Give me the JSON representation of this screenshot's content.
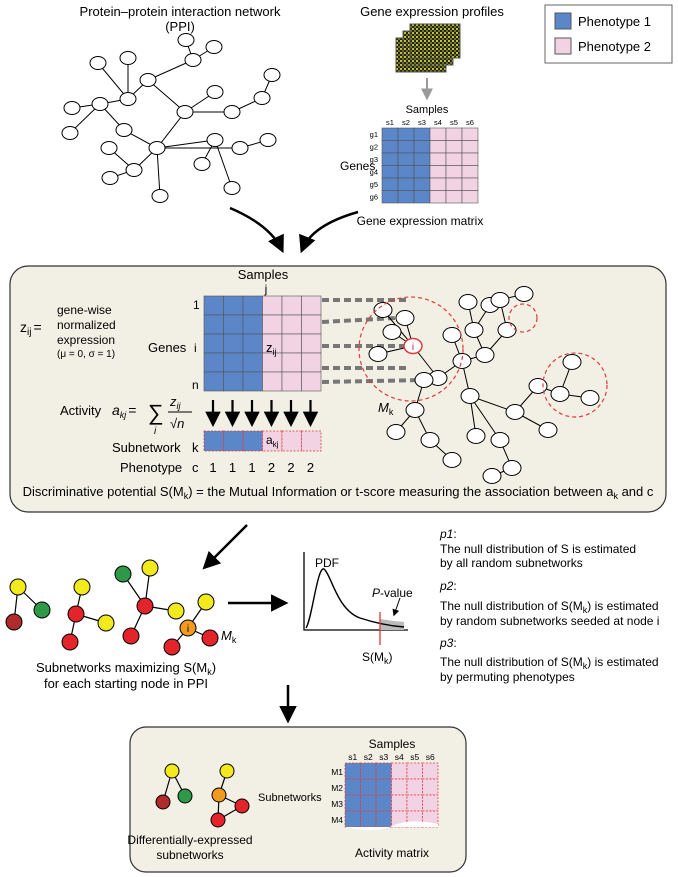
{
  "legend": {
    "phenotype1": "Phenotype 1",
    "phenotype2": "Phenotype 2"
  },
  "colors": {
    "phen1": "#5b86c8",
    "phen2": "#f2d3e4",
    "panel": "#f2f0e4",
    "red_dash": "#e03a3a",
    "node_red": "#e3242b",
    "node_yellow": "#f2ea1d",
    "node_green": "#2e9a47",
    "node_darkred": "#b02b2b",
    "node_orange": "#f29a1d"
  },
  "top": {
    "ppi_title": [
      "Protein–protein interaction network",
      "(PPI)"
    ],
    "gene_expr_title": "Gene expression profiles",
    "samples": "Samples",
    "genes": "Genes",
    "sample_labels": [
      "s1",
      "s2",
      "s3",
      "s4",
      "s5",
      "s6"
    ],
    "gene_labels": [
      "g1",
      "g2",
      "g3",
      "g4",
      "g5",
      "g6"
    ],
    "matrix_caption": "Gene expression matrix"
  },
  "panel": {
    "samples": "Samples",
    "j": "j",
    "zij_label": "z",
    "zij_sub": "ij",
    "zij_eq": "=",
    "zij_desc": [
      "gene-wise",
      "normalized",
      "expression",
      "(μ = 0, σ = 1)"
    ],
    "row_1": "1",
    "row_i": "i",
    "row_n": "n",
    "genes": "Genes",
    "cell_z": "z",
    "cell_z_sub": "ij",
    "activity": "Activity",
    "activity_var": "a",
    "activity_sub": "kj",
    "eq": "=",
    "sigma": "∑",
    "sigma_i": "i",
    "frac_num": "z",
    "frac_num_sub": "ij",
    "frac_den": "√n",
    "cell_a": "a",
    "cell_a_sub": "kj",
    "subnetwork": "Subnetwork",
    "k": "k",
    "phenotype": "Phenotype",
    "c": "c",
    "phen_values": [
      "1",
      "1",
      "1",
      "2",
      "2",
      "2"
    ],
    "node_i": "i",
    "mk": "M",
    "mk_sub": "k",
    "discrim_a": "Discriminative potential  S(M",
    "discrim_b": ") = the Mutual Information or t-score measuring the association between a",
    "discrim_c": " and c"
  },
  "middle": {
    "node_i": "i",
    "mk": "M",
    "mk_sub": "k",
    "caption": [
      "Subnetworks maximizing S(M",
      ")",
      "for each starting node in PPI"
    ],
    "pdf": "PDF",
    "pvalue_p": "P",
    "pvalue_rest": "-value",
    "smk": "S(M",
    "smk_close": ")",
    "p1_title": "p1",
    "p1_text": "The null distribution of S is estimated",
    "p1_text2": "by all random subnetworks",
    "p2_title": "p2",
    "p2_text": "The null distribution of S(M",
    "p2_text_b": ") is estimated",
    "p2_text2": "by random subnetworks seeded at node i",
    "p3_title": "p3",
    "p3_text": "The null distribution of S(M",
    "p3_text_b": ") is estimated",
    "p3_text2": "by permuting phenotypes",
    "colon": ":"
  },
  "bottom": {
    "caption": [
      "Differentially-expressed",
      "subnetworks"
    ],
    "samples": "Samples",
    "sample_labels": [
      "s1",
      "s2",
      "s3",
      "s4",
      "s5",
      "s6"
    ],
    "subnetworks": "Subnetworks",
    "rows": [
      "M1",
      "M2",
      "M3",
      "M4"
    ],
    "matrix_caption": "Activity matrix"
  }
}
